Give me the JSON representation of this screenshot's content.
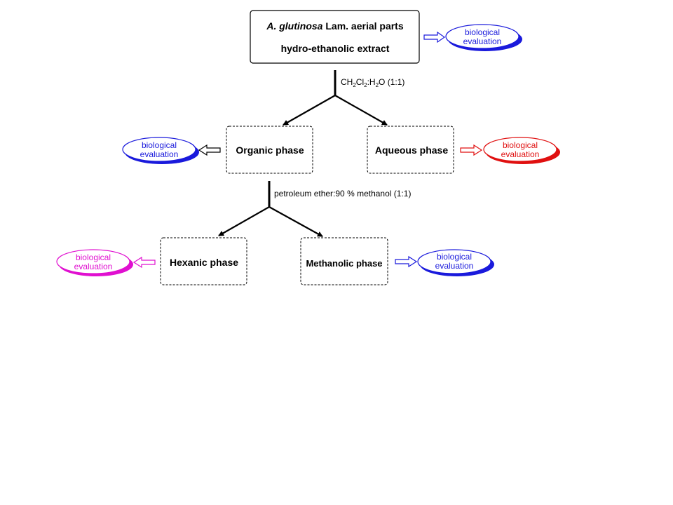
{
  "source": {
    "species": "A. glutinosa",
    "species_rest": " Lam. aerial parts",
    "line2": "hydro-ethanolic extract"
  },
  "partition1": {
    "formula": {
      "a": "CH",
      "a_sub": "2",
      "b": "Cl",
      "b_sub": "2",
      "c": ":H",
      "c_sub": "2",
      "d": "O (1:1)"
    }
  },
  "partition2": {
    "label": "petroleum ether:90 % methanol (1:1)"
  },
  "phases": {
    "organic": "Organic phase",
    "aqueous": "Aqueous phase",
    "hexanic": "Hexanic phase",
    "methanolic": "Methanolic phase"
  },
  "evaluation": {
    "line1": "biological",
    "line2": "evaluation"
  },
  "colors": {
    "blue": "#1a1adc",
    "red": "#e01010",
    "magenta": "#e010d0",
    "black": "#000000"
  }
}
